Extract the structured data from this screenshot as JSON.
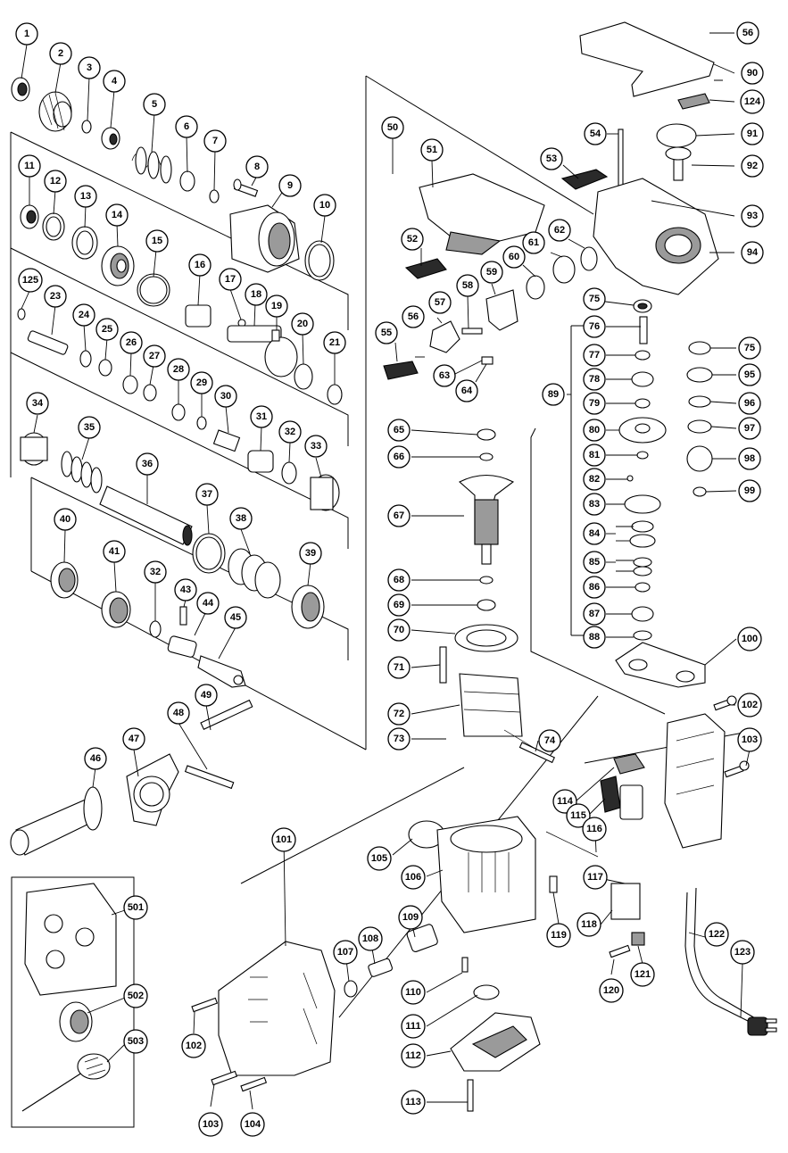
{
  "diagram": {
    "callouts": [
      {
        "id": "c1",
        "label": "1"
      },
      {
        "id": "c2",
        "label": "2"
      },
      {
        "id": "c3",
        "label": "3"
      },
      {
        "id": "c4",
        "label": "4"
      },
      {
        "id": "c5",
        "label": "5"
      },
      {
        "id": "c6",
        "label": "6"
      },
      {
        "id": "c7",
        "label": "7"
      },
      {
        "id": "c8",
        "label": "8"
      },
      {
        "id": "c9",
        "label": "9"
      },
      {
        "id": "c10",
        "label": "10"
      },
      {
        "id": "c11",
        "label": "11"
      },
      {
        "id": "c12",
        "label": "12"
      },
      {
        "id": "c13",
        "label": "13"
      },
      {
        "id": "c14",
        "label": "14"
      },
      {
        "id": "c15",
        "label": "15"
      },
      {
        "id": "c16",
        "label": "16"
      },
      {
        "id": "c17",
        "label": "17"
      },
      {
        "id": "c18",
        "label": "18"
      },
      {
        "id": "c19",
        "label": "19"
      },
      {
        "id": "c20",
        "label": "20"
      },
      {
        "id": "c21",
        "label": "21"
      },
      {
        "id": "c125",
        "label": "125"
      },
      {
        "id": "c23",
        "label": "23"
      },
      {
        "id": "c24",
        "label": "24"
      },
      {
        "id": "c25",
        "label": "25"
      },
      {
        "id": "c26",
        "label": "26"
      },
      {
        "id": "c27",
        "label": "27"
      },
      {
        "id": "c28",
        "label": "28"
      },
      {
        "id": "c29",
        "label": "29"
      },
      {
        "id": "c30",
        "label": "30"
      },
      {
        "id": "c31",
        "label": "31"
      },
      {
        "id": "c32a",
        "label": "32"
      },
      {
        "id": "c33",
        "label": "33"
      },
      {
        "id": "c34",
        "label": "34"
      },
      {
        "id": "c35",
        "label": "35"
      },
      {
        "id": "c36",
        "label": "36"
      },
      {
        "id": "c37",
        "label": "37"
      },
      {
        "id": "c38",
        "label": "38"
      },
      {
        "id": "c39",
        "label": "39"
      },
      {
        "id": "c40",
        "label": "40"
      },
      {
        "id": "c41",
        "label": "41"
      },
      {
        "id": "c32b",
        "label": "32"
      },
      {
        "id": "c43",
        "label": "43"
      },
      {
        "id": "c44",
        "label": "44"
      },
      {
        "id": "c45",
        "label": "45"
      },
      {
        "id": "c49",
        "label": "49"
      },
      {
        "id": "c48",
        "label": "48"
      },
      {
        "id": "c47",
        "label": "47"
      },
      {
        "id": "c46",
        "label": "46"
      },
      {
        "id": "c50",
        "label": "50"
      },
      {
        "id": "c51",
        "label": "51"
      },
      {
        "id": "c52",
        "label": "52"
      },
      {
        "id": "c53",
        "label": "53"
      },
      {
        "id": "c54",
        "label": "54"
      },
      {
        "id": "c55",
        "label": "55"
      },
      {
        "id": "c56a",
        "label": "56"
      },
      {
        "id": "c57",
        "label": "57"
      },
      {
        "id": "c58",
        "label": "58"
      },
      {
        "id": "c59",
        "label": "59"
      },
      {
        "id": "c60",
        "label": "60"
      },
      {
        "id": "c61",
        "label": "61"
      },
      {
        "id": "c62",
        "label": "62"
      },
      {
        "id": "c63",
        "label": "63"
      },
      {
        "id": "c64",
        "label": "64"
      },
      {
        "id": "c56b",
        "label": "56"
      },
      {
        "id": "c90",
        "label": "90"
      },
      {
        "id": "c124",
        "label": "124"
      },
      {
        "id": "c91",
        "label": "91"
      },
      {
        "id": "c92",
        "label": "92"
      },
      {
        "id": "c93",
        "label": "93"
      },
      {
        "id": "c94",
        "label": "94"
      },
      {
        "id": "c75a",
        "label": "75"
      },
      {
        "id": "c76",
        "label": "76"
      },
      {
        "id": "c77",
        "label": "77"
      },
      {
        "id": "c78",
        "label": "78"
      },
      {
        "id": "c79",
        "label": "79"
      },
      {
        "id": "c80",
        "label": "80"
      },
      {
        "id": "c81",
        "label": "81"
      },
      {
        "id": "c82",
        "label": "82"
      },
      {
        "id": "c83",
        "label": "83"
      },
      {
        "id": "c84",
        "label": "84"
      },
      {
        "id": "c85",
        "label": "85"
      },
      {
        "id": "c86",
        "label": "86"
      },
      {
        "id": "c87",
        "label": "87"
      },
      {
        "id": "c88",
        "label": "88"
      },
      {
        "id": "c89",
        "label": "89"
      },
      {
        "id": "c75b",
        "label": "75"
      },
      {
        "id": "c95",
        "label": "95"
      },
      {
        "id": "c96",
        "label": "96"
      },
      {
        "id": "c97",
        "label": "97"
      },
      {
        "id": "c98",
        "label": "98"
      },
      {
        "id": "c99",
        "label": "99"
      },
      {
        "id": "c100",
        "label": "100"
      },
      {
        "id": "c65",
        "label": "65"
      },
      {
        "id": "c66",
        "label": "66"
      },
      {
        "id": "c67",
        "label": "67"
      },
      {
        "id": "c68",
        "label": "68"
      },
      {
        "id": "c69",
        "label": "69"
      },
      {
        "id": "c70",
        "label": "70"
      },
      {
        "id": "c71",
        "label": "71"
      },
      {
        "id": "c72",
        "label": "72"
      },
      {
        "id": "c73",
        "label": "73"
      },
      {
        "id": "c74",
        "label": "74"
      },
      {
        "id": "c102a",
        "label": "102"
      },
      {
        "id": "c103a",
        "label": "103"
      },
      {
        "id": "c114",
        "label": "114"
      },
      {
        "id": "c115",
        "label": "115"
      },
      {
        "id": "c116",
        "label": "116"
      },
      {
        "id": "c101",
        "label": "101"
      },
      {
        "id": "c105",
        "label": "105"
      },
      {
        "id": "c106",
        "label": "106"
      },
      {
        "id": "c117",
        "label": "117"
      },
      {
        "id": "c118",
        "label": "118"
      },
      {
        "id": "c119",
        "label": "119"
      },
      {
        "id": "c109",
        "label": "109"
      },
      {
        "id": "c108",
        "label": "108"
      },
      {
        "id": "c107",
        "label": "107"
      },
      {
        "id": "c110",
        "label": "110"
      },
      {
        "id": "c111",
        "label": "111"
      },
      {
        "id": "c112",
        "label": "112"
      },
      {
        "id": "c113",
        "label": "113"
      },
      {
        "id": "c102b",
        "label": "102"
      },
      {
        "id": "c103b",
        "label": "103"
      },
      {
        "id": "c104",
        "label": "104"
      },
      {
        "id": "c120",
        "label": "120"
      },
      {
        "id": "c121",
        "label": "121"
      },
      {
        "id": "c122",
        "label": "122"
      },
      {
        "id": "c123",
        "label": "123"
      },
      {
        "id": "c501",
        "label": "501"
      },
      {
        "id": "c502",
        "label": "502"
      },
      {
        "id": "c503",
        "label": "503"
      }
    ]
  }
}
